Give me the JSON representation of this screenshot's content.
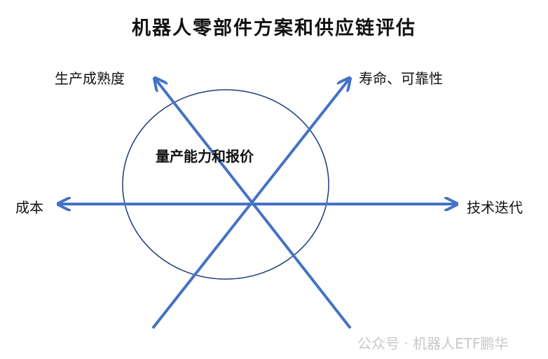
{
  "title": "机器人零部件方案和供应链评估",
  "axes": {
    "top_left": "生产成熟度",
    "top_right": "寿命、可靠性",
    "left": "成本",
    "right": "技术迭代"
  },
  "center_label": "量产能力和报价",
  "watermark": "公众号 · 机器人ETF鹏华",
  "colors": {
    "arrow": "#4472C4",
    "ellipse": "#1F3A7A"
  }
}
